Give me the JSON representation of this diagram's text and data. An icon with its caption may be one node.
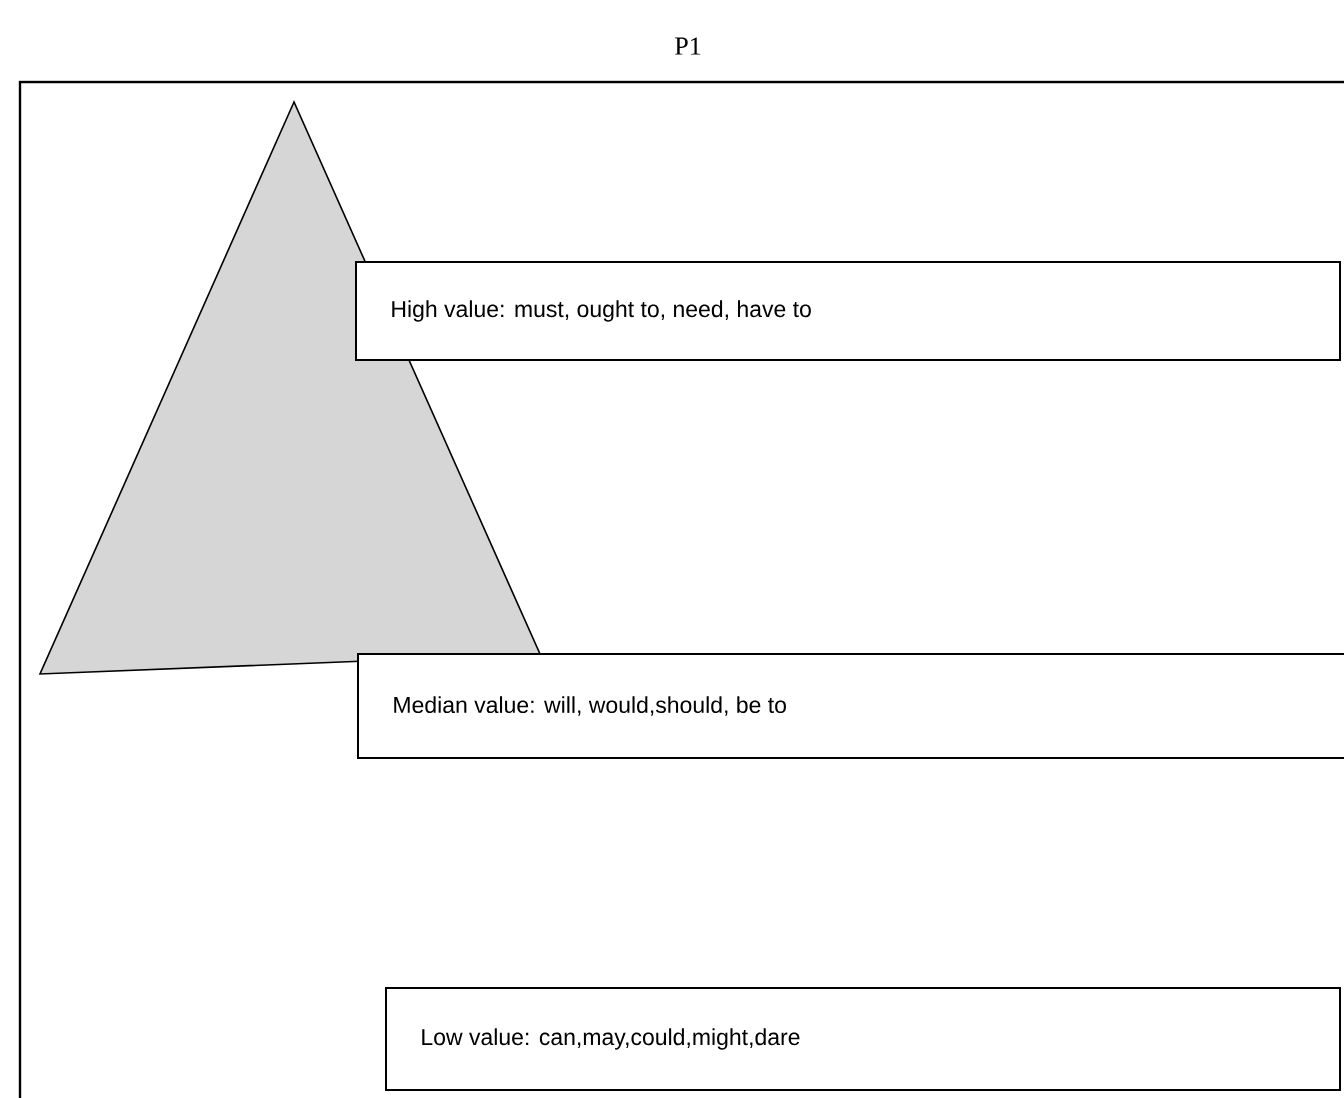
{
  "diagram": {
    "title": "P1",
    "nodes": [
      {
        "text": [
          "High value: must, ought to, need, have to"
        ]
      },
      {
        "text": [
          "Median value: will, would,should, be to"
        ]
      },
      {
        "text": [
          "Low value: can,may,could,might,dare"
        ]
      }
    ]
  }
}
